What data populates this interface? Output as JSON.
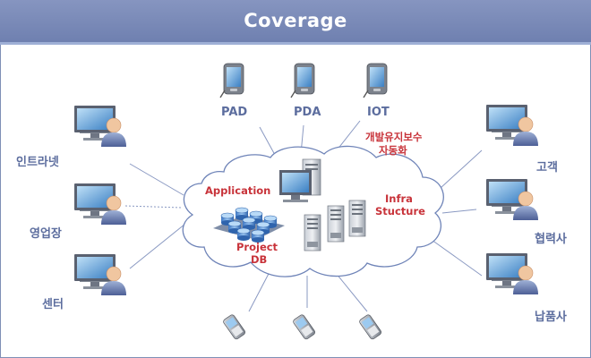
{
  "header": {
    "title": "Coverage"
  },
  "top_devices": [
    "PAD",
    "PDA",
    "IOT"
  ],
  "left_nodes": [
    "인트라넷",
    "영업장",
    "센터"
  ],
  "right_nodes": [
    "고객",
    "협력사",
    "납품사"
  ],
  "cloud": {
    "application": "Application",
    "project_db_line1": "Project",
    "project_db_line2": "DB",
    "infra_line1": "Infra",
    "infra_line2": "Stucture"
  },
  "maintenance": {
    "line1": "개발유지보수",
    "line2": "자동화"
  },
  "colors": {
    "title_bar": "#7a8ab8",
    "label_blue": "#5c6d9e",
    "label_red": "#c8333a",
    "cloud_stroke": "#6f84b8"
  },
  "icons": {
    "workstation": "user-workstation-icon",
    "tablet": "tablet-device-icon",
    "phone": "mobile-phone-icon",
    "server": "server-icon",
    "database": "database-icon",
    "monitor": "monitor-icon"
  }
}
